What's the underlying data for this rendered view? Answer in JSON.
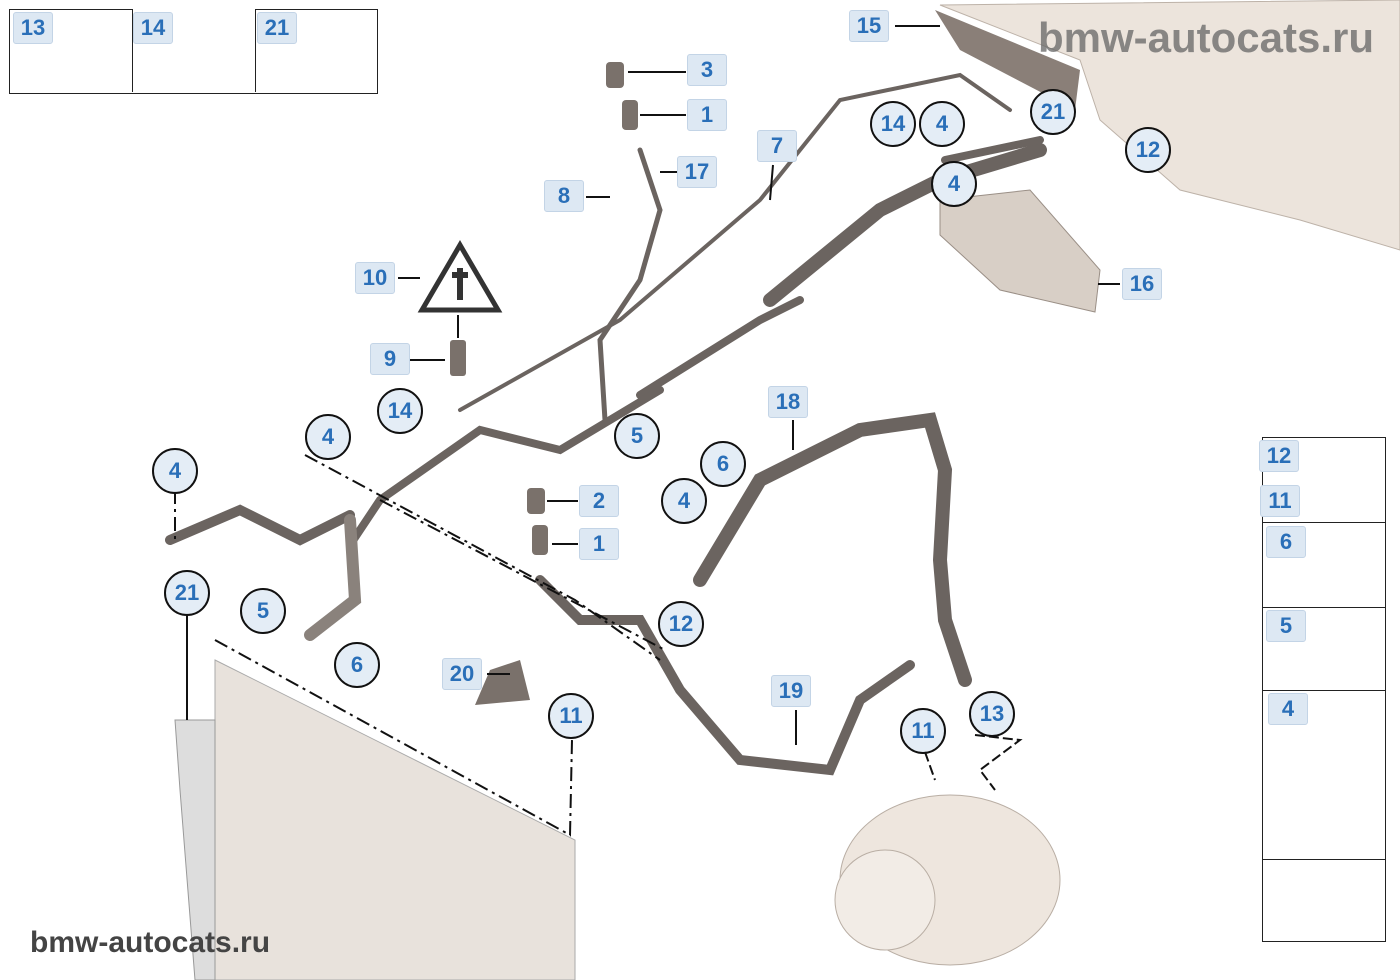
{
  "watermark": "bmw-autocats.ru",
  "inset_top": [
    "13",
    "14",
    "21"
  ],
  "inset_right": [
    "12",
    "11",
    "6",
    "5",
    "4"
  ],
  "callouts": [
    "15",
    "3",
    "1",
    "17",
    "8",
    "7",
    "14",
    "4",
    "21",
    "12",
    "4",
    "16",
    "10",
    "9",
    "14",
    "4",
    "4",
    "5",
    "6",
    "18",
    "2",
    "1",
    "4",
    "21",
    "5",
    "6",
    "12",
    "20",
    "11",
    "19",
    "11",
    "13"
  ],
  "colors": {
    "label_text": "#2a6fb8",
    "label_bg": "#dde8f3",
    "hose": "#6b6460",
    "housing": "#e8dfd6"
  }
}
